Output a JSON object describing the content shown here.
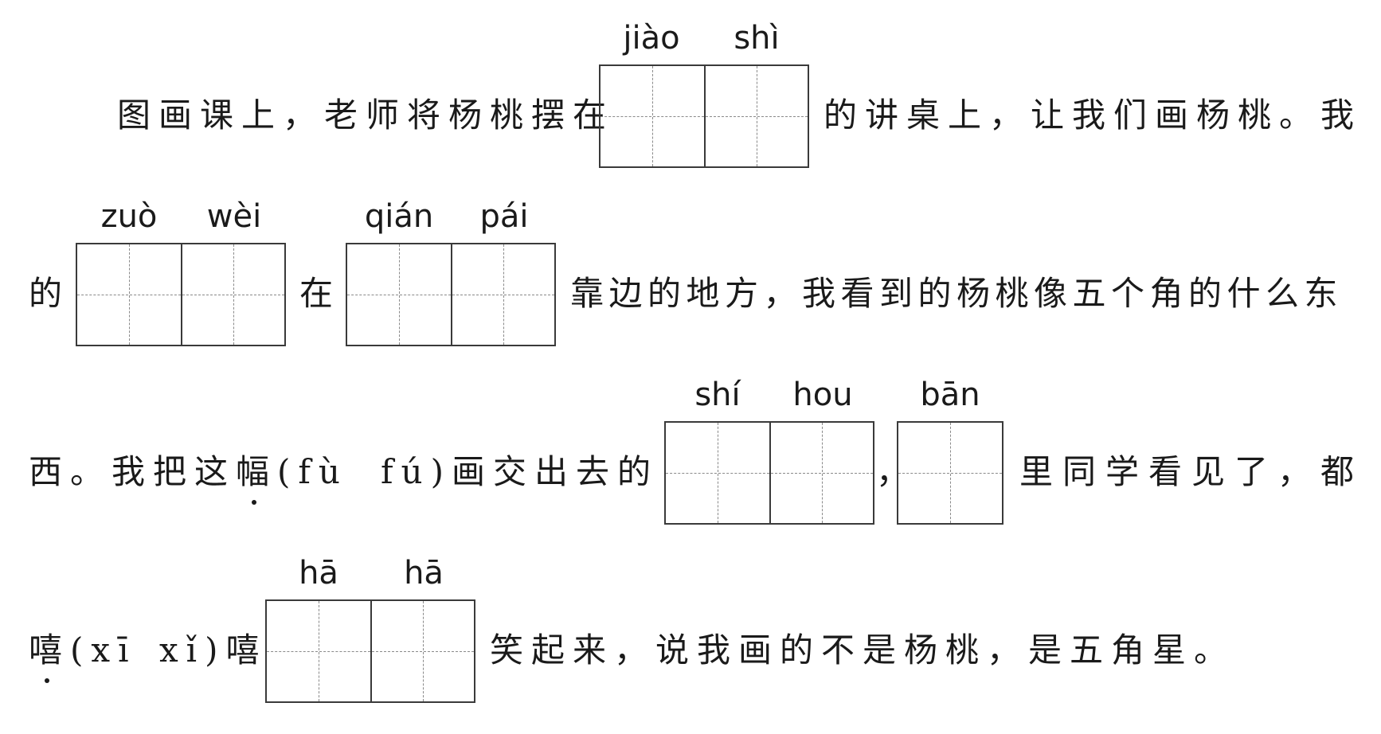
{
  "passage": {
    "line1": {
      "text_before": "图画课上，老师将杨桃摆在",
      "blank": {
        "pinyin": [
          "jiào",
          "shì"
        ]
      },
      "text_after": "的讲桌上，让我们画杨桃。我"
    },
    "line2": {
      "text_start": "的",
      "blank1": {
        "pinyin": [
          "zuò",
          "wèi"
        ]
      },
      "text_mid": "在",
      "blank2": {
        "pinyin": [
          "qián",
          "pái"
        ]
      },
      "text_after": "靠边的地方，我看到的杨桃像五个角的什么东"
    },
    "line3": {
      "text_before": "西。我把这幅(fù",
      "text_before_2": "fú)画交出去的",
      "blank1": {
        "pinyin": [
          "shí",
          "hou"
        ]
      },
      "separator": "，",
      "blank2": {
        "pinyin": [
          "bān"
        ]
      },
      "text_after": "里同学看见了，都"
    },
    "line4": {
      "text_before": "嘻(xī",
      "text_before_2": "xǐ)嘻",
      "blank": {
        "pinyin": [
          "hā",
          "hā"
        ]
      },
      "text_after": "笑起来，说我画的不是杨桃，是五角星。"
    }
  }
}
